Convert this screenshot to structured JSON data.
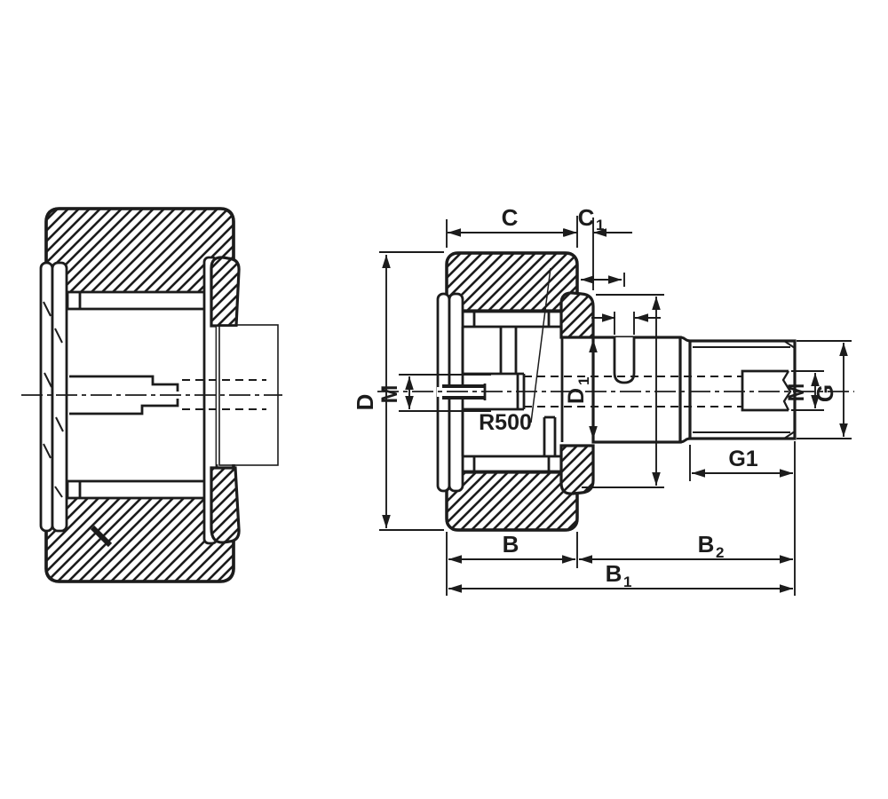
{
  "drawing": {
    "ink": "#1c1c1c",
    "background": "#ffffff",
    "labels": {
      "c": "C",
      "c1_base": "C",
      "c1_sub": "1",
      "d": "D",
      "m_left": "M",
      "r500": "R500",
      "d1_base": "D",
      "d1_sub": "1",
      "m_right": "M",
      "g": "G",
      "g1": "G1",
      "b": "B",
      "b2_base": "B",
      "b2_sub": "2",
      "b1_base": "B",
      "b1_sub": "1"
    }
  }
}
